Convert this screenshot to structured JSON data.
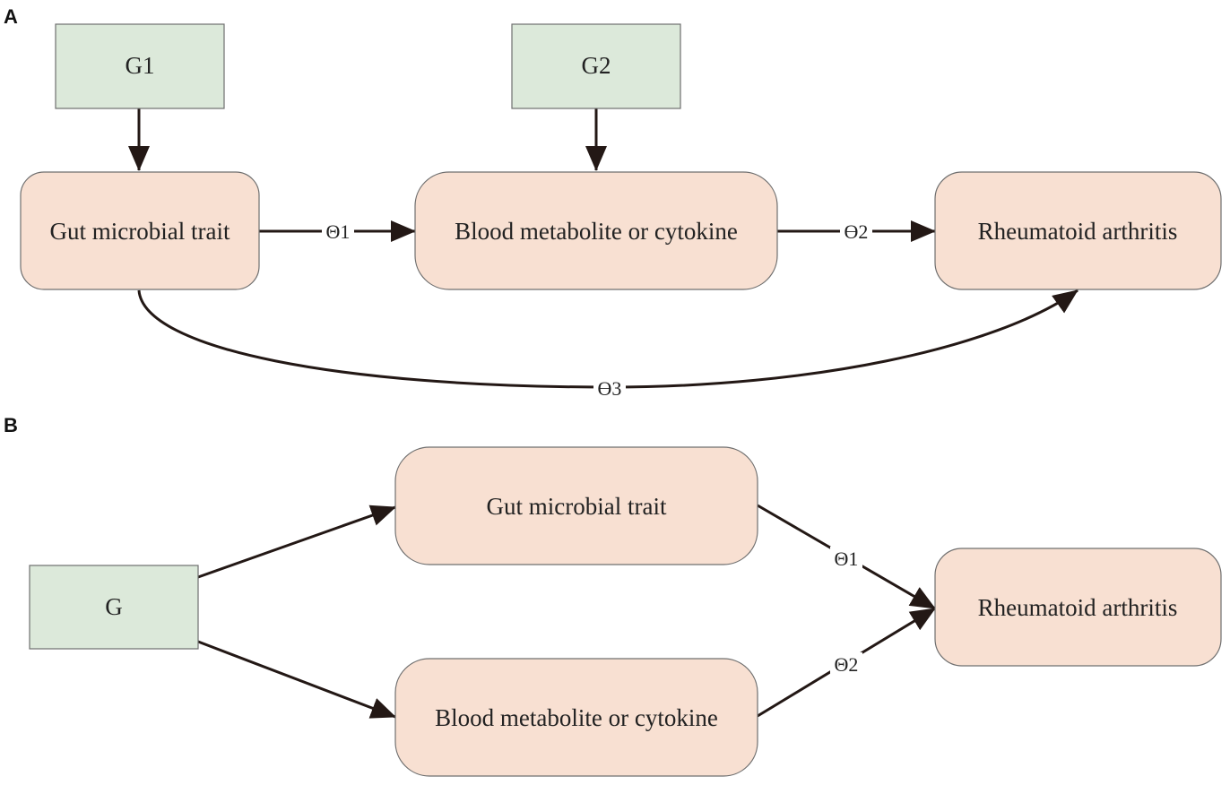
{
  "panel_a": {
    "letter": "A",
    "instrument_1": "G1",
    "instrument_2": "G2",
    "exposure": "Gut microbial trait",
    "mediator": "Blood metabolite or cytokine",
    "outcome": "Rheumatoid arthritis",
    "edge_exposure_mediator": "Θ1",
    "edge_mediator_outcome": "ϴ2",
    "edge_exposure_outcome": "ϴ3"
  },
  "panel_b": {
    "letter": "B",
    "instrument": "G",
    "exposure_1": "Gut microbial trait",
    "exposure_2": "Blood metabolite or cytokine",
    "outcome": "Rheumatoid arthritis",
    "edge_1": "Θ1",
    "edge_2": "Θ2"
  },
  "colors": {
    "instrument_fill": "#dce9da",
    "node_fill": "#f8e0d2",
    "arrow": "#231815"
  }
}
